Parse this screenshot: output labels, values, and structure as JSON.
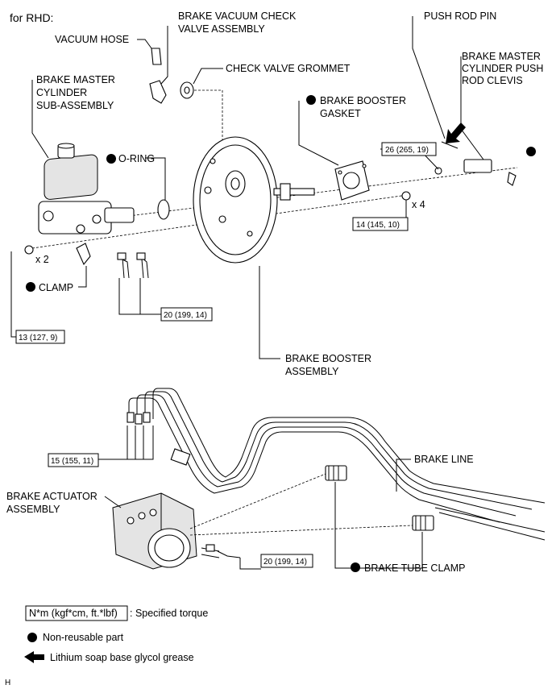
{
  "header": {
    "title": "for RHD:"
  },
  "labels": {
    "vacuum_hose": "VACUUM HOSE",
    "vacuum_check_valve_l1": "BRAKE VACUUM CHECK",
    "vacuum_check_valve_l2": "VALVE ASSEMBLY",
    "check_valve_grommet": "CHECK VALVE GROMMET",
    "push_rod_pin": "PUSH ROD PIN",
    "clevis_l1": "BRAKE MASTER",
    "clevis_l2": "CYLINDER PUSH",
    "clevis_l3": "ROD CLEVIS",
    "master_cyl_l1": "BRAKE MASTER",
    "master_cyl_l2": "CYLINDER",
    "master_cyl_l3": "SUB-ASSEMBLY",
    "booster_gasket_l1": "BRAKE BOOSTER",
    "booster_gasket_l2": "GASKET",
    "o_ring": "O-RING",
    "clamp": "CLAMP",
    "booster_assy_l1": "BRAKE BOOSTER",
    "booster_assy_l2": "ASSEMBLY",
    "brake_line": "BRAKE LINE",
    "actuator_l1": "BRAKE ACTUATOR",
    "actuator_l2": "ASSEMBLY",
    "tube_clamp": "BRAKE TUBE CLAMP",
    "qty_x4": "x 4",
    "qty_x2": "x 2"
  },
  "torques": {
    "push_rod": "26 (265, 19)",
    "booster_nut": "14 (145, 10)",
    "master_nut": "13 (127, 9)",
    "master_lines": "20 (199, 14)",
    "actuator_top": "15 (155, 11)",
    "actuator_lines": "20 (199, 14)"
  },
  "legend": {
    "torque_box": "N*m (kgf*cm, ft.*lbf)",
    "torque_desc": ": Specified torque",
    "non_reusable": "Non-reusable part",
    "grease": "Lithium soap base glycol grease"
  },
  "footer": {
    "code": "H"
  }
}
